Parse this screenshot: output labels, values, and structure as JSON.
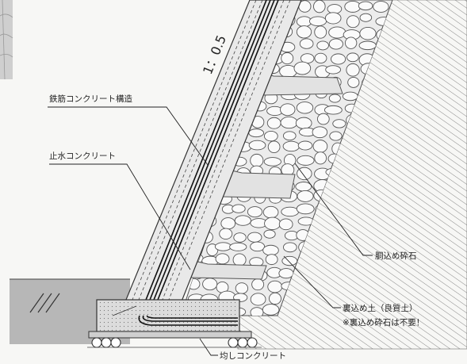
{
  "diagram": {
    "slope_ratio": "1：0.5",
    "labels": {
      "rc_structure": "鉄筋コンクリート構造",
      "waterstop_concrete": "止水コンクリート",
      "body_fill_gravel": "胴込め砕石",
      "backfill_soil": "裏込め土（良質土）",
      "backfill_note": "※裏込め砕石は不要！",
      "leveling_concrete": "均しコンクリート"
    }
  }
}
